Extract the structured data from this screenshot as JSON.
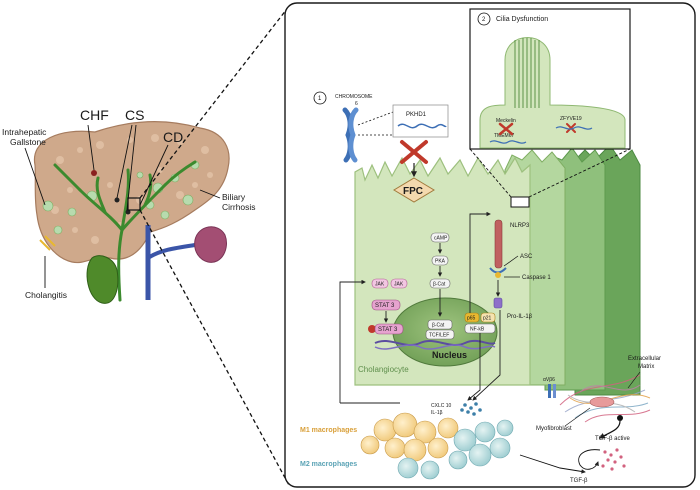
{
  "liver_panel": {
    "chf": "CHF",
    "cs": "CS",
    "cd": "CD",
    "intrahepatic_gallstone": [
      "Intrahepatic",
      "Gallstone"
    ],
    "biliary_cirrhosis": [
      "Biliary",
      "Cirrhosis"
    ],
    "cholangitis": "Cholangitis"
  },
  "detail_panel": {
    "step1_number": "1",
    "chromosome": "CHROMOSOME",
    "chromosome_num": "6",
    "gene": "PKHD1",
    "protein": "FPC",
    "step2_number": "2",
    "cilia_title": "Cilia Dysfunction",
    "meckelin": "Meckelin",
    "tmem67": "TMEM67",
    "zfyve19": "ZFYVE19",
    "camp": "cAMP",
    "pka": "PKA",
    "bcat_top": "β-Cat",
    "bcat_nuc": "β-Cat",
    "tcf_lef": "TCF/LEF",
    "jak1": "JAK",
    "jak2": "JAK",
    "stat3_top": "STAT 3",
    "stat3_bottom": "STAT 3",
    "p65": "p65",
    "p21": "p21",
    "nfkb": "NF-kB",
    "nucleus": "Nucleus",
    "nlrp3": "NLRP3",
    "asc": "ASC",
    "caspase1": "Caspase 1",
    "pro_il1b": "Pro-IL-1β",
    "cholangiocyte": "Cholangiocyte",
    "avb6": "αVβ6",
    "cxcl10": "CXLC 10",
    "il1b": "IL-1β",
    "myofibroblast": "Myofibroblast",
    "ecm": [
      "Extracellular",
      "Matrix"
    ],
    "m1": "M1 macrophages",
    "m2": "M2 macrophages",
    "tgfb_active": "TGF-β active",
    "tgfb": "TGF-β"
  },
  "colors": {
    "cell_green": "#c8dfb0",
    "cell_green_dark": "#7fae62",
    "m1_orange": "#d9a03a",
    "m2_teal": "#5ba3b5",
    "inhibit_red": "#c0392b",
    "stat_pink": "#e6a3cf",
    "fpc_tan": "#f3d9ae"
  }
}
